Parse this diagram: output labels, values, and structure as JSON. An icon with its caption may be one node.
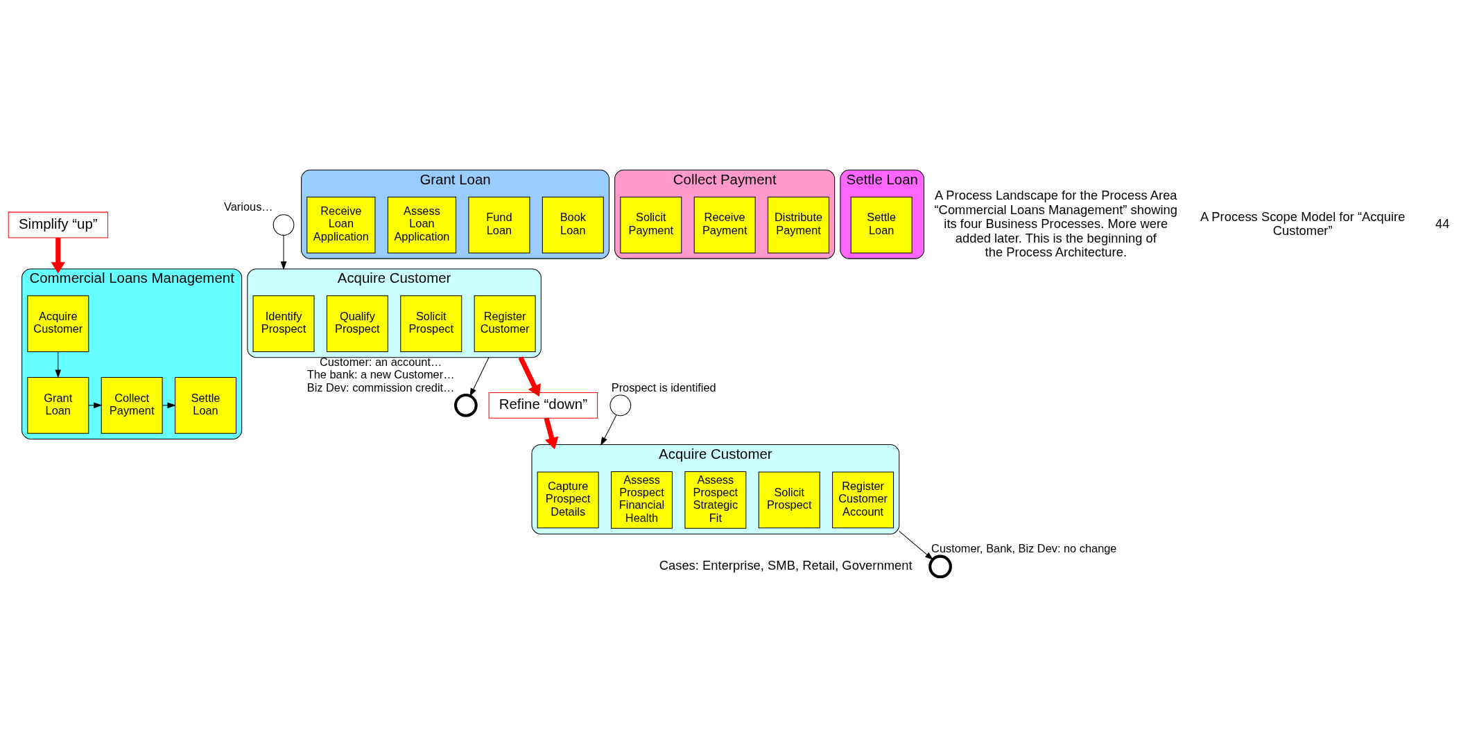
{
  "diagram": {
    "nodes": [
      {
        "text": [
          "Commercial Loans Management"
        ]
      },
      {
        "text": [
          "Acquire Customer"
        ],
        "in": 0
      },
      {
        "text": [
          "Grant Loan"
        ],
        "in": 0
      },
      {
        "text": [
          "Collect Payment"
        ],
        "in": 0
      },
      {
        "text": [
          "Settle Loan"
        ],
        "in": 0
      },
      {
        "text": [
          "Simplify “up”"
        ]
      },
      {
        "text": [],
        "shape": "circle",
        "beside": [
          "Various…"
        ]
      },
      {
        "text": [
          "Acquire Customer"
        ]
      },
      {
        "text": [
          "Identify Prospect"
        ],
        "in": 7
      },
      {
        "text": [
          "Qualify Prospect"
        ],
        "in": 7
      },
      {
        "text": [
          "Solicit Prospect"
        ],
        "in": 7
      },
      {
        "text": [
          "Register Customer"
        ],
        "in": 7
      },
      {
        "text": [
          "Grant Loan"
        ]
      },
      {
        "text": [
          "Receive Loan Application"
        ],
        "in": 12
      },
      {
        "text": [
          "Assess Loan Application"
        ],
        "in": 12
      },
      {
        "text": [
          "Fund Loan"
        ],
        "in": 12
      },
      {
        "text": [
          "Book Loan"
        ],
        "in": 12
      },
      {
        "text": [
          "Collect Payment"
        ]
      },
      {
        "text": [
          "Solicit Payment"
        ],
        "in": 17
      },
      {
        "text": [
          "Receive Payment"
        ],
        "in": 17
      },
      {
        "text": [
          "Distribute Payment"
        ],
        "in": 17
      },
      {
        "text": [
          "Settle Loan"
        ]
      },
      {
        "text": [
          "Settle Loan"
        ],
        "in": 21
      },
      {
        "text": [],
        "shape": "circle",
        "beside": [
          "Customer: an account…",
          "The bank: a new Customer…",
          "Biz Dev: commission credit…"
        ]
      },
      {
        "text": [
          "Refine “down”"
        ]
      },
      {
        "text": [
          "Acquire Customer"
        ],
        "beside": [
          "Cases: Enterprise, SMB, Retail, Government"
        ]
      },
      {
        "text": [
          "Capture Prospect Details"
        ],
        "in": 25
      },
      {
        "text": [
          "Assess Prospect Financial Health"
        ],
        "in": 25
      },
      {
        "text": [
          "Assess Prospect Strategic Fit"
        ],
        "in": 25
      },
      {
        "text": [
          "Solicit Prospect"
        ],
        "in": 25
      },
      {
        "text": [
          "Register Customer Account"
        ],
        "in": 25
      },
      {
        "text": [],
        "shape": "circle",
        "beside": [
          "Prospect is identified"
        ]
      },
      {
        "text": [],
        "shape": "circle",
        "beside": [
          "Customer, Bank, Biz Dev: no change"
        ]
      }
    ],
    "edges": [
      {
        "from": 1,
        "to": 2,
        "arrow": "to"
      },
      {
        "from": 2,
        "to": 3,
        "arrow": "to"
      },
      {
        "from": 3,
        "to": 4,
        "arrow": "to"
      },
      {
        "from": 5,
        "to": 0,
        "arrow": "to",
        "style": "thick",
        "color": "#ff0000"
      },
      {
        "from": 6,
        "to": 7,
        "arrow": "to"
      },
      {
        "from": 7,
        "to": 23,
        "arrow": "to"
      },
      {
        "from": 7,
        "to": 24,
        "arrow": "to",
        "style": "thick",
        "color": "#ff0000"
      },
      {
        "from": 24,
        "to": 25,
        "arrow": "to",
        "style": "thick",
        "color": "#ff0000"
      },
      {
        "from": 31,
        "to": 25,
        "arrow": "to"
      },
      {
        "from": 25,
        "to": 32,
        "arrow": "to"
      }
    ],
    "labels": [
      "A Process Landscape for the Process Area “Commercial Loans Management” showing its four Business Processes. More were added later. This is the beginning of the Process Architecture.",
      "A Process Scope Model for “Acquire Customer”",
      "44"
    ]
  }
}
